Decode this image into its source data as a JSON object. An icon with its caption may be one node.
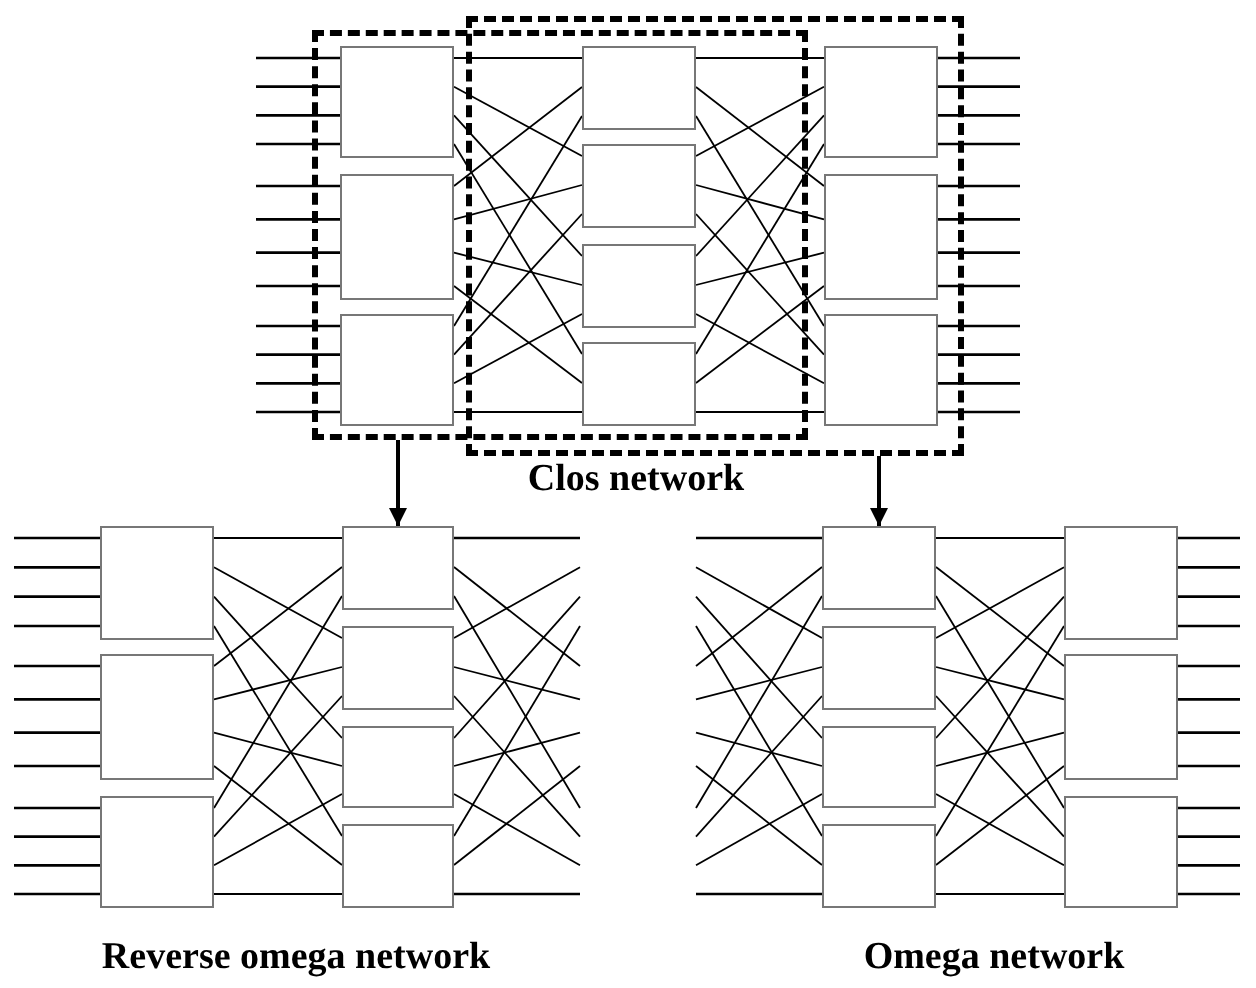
{
  "diagram": {
    "nodes": [
      {
        "text": [],
        "shape": "box"
      },
      {
        "text": [],
        "shape": "box"
      },
      {
        "text": [],
        "shape": "box",
        "in": 0
      },
      {
        "text": [],
        "shape": "box",
        "in": 0
      },
      {
        "text": [],
        "shape": "box",
        "in": 0
      },
      {
        "text": [],
        "shape": "box"
      },
      {
        "text": [],
        "shape": "box"
      },
      {
        "text": [],
        "shape": "box"
      },
      {
        "text": [],
        "shape": "box"
      },
      {
        "text": [],
        "shape": "box",
        "in": 1
      },
      {
        "text": [],
        "shape": "box",
        "in": 1
      },
      {
        "text": [],
        "shape": "box",
        "in": 1
      },
      {
        "text": [],
        "shape": "box"
      },
      {
        "text": [],
        "shape": "box"
      },
      {
        "text": [],
        "shape": "box"
      },
      {
        "text": [],
        "shape": "box"
      },
      {
        "text": [],
        "shape": "box"
      },
      {
        "text": [],
        "shape": "box"
      },
      {
        "text": [],
        "shape": "box"
      },
      {
        "text": [],
        "shape": "box"
      },
      {
        "text": [],
        "shape": "box"
      },
      {
        "text": [],
        "shape": "box"
      },
      {
        "text": [],
        "shape": "box"
      },
      {
        "text": [],
        "shape": "box"
      },
      {
        "text": [],
        "shape": "box"
      },
      {
        "text": [],
        "shape": "box"
      }
    ],
    "edges": [
      {
        "from": null,
        "to": 2,
        "arrow": "none"
      },
      {
        "from": null,
        "to": 2,
        "arrow": "none"
      },
      {
        "from": null,
        "to": 2,
        "arrow": "none"
      },
      {
        "from": null,
        "to": 2,
        "arrow": "none"
      },
      {
        "from": null,
        "to": 3,
        "arrow": "none"
      },
      {
        "from": null,
        "to": 3,
        "arrow": "none"
      },
      {
        "from": null,
        "to": 3,
        "arrow": "none"
      },
      {
        "from": null,
        "to": 3,
        "arrow": "none"
      },
      {
        "from": null,
        "to": 4,
        "arrow": "none"
      },
      {
        "from": null,
        "to": 4,
        "arrow": "none"
      },
      {
        "from": null,
        "to": 4,
        "arrow": "none"
      },
      {
        "from": null,
        "to": 4,
        "arrow": "none"
      },
      {
        "from": 2,
        "to": 5,
        "arrow": "none"
      },
      {
        "from": 2,
        "to": 6,
        "arrow": "none"
      },
      {
        "from": 2,
        "to": 7,
        "arrow": "none"
      },
      {
        "from": 2,
        "to": 8,
        "arrow": "none"
      },
      {
        "from": 3,
        "to": 5,
        "arrow": "none"
      },
      {
        "from": 3,
        "to": 6,
        "arrow": "none"
      },
      {
        "from": 3,
        "to": 7,
        "arrow": "none"
      },
      {
        "from": 3,
        "to": 8,
        "arrow": "none"
      },
      {
        "from": 4,
        "to": 5,
        "arrow": "none"
      },
      {
        "from": 4,
        "to": 6,
        "arrow": "none"
      },
      {
        "from": 4,
        "to": 7,
        "arrow": "none"
      },
      {
        "from": 4,
        "to": 8,
        "arrow": "none"
      },
      {
        "from": 5,
        "to": 9,
        "arrow": "none"
      },
      {
        "from": 5,
        "to": 10,
        "arrow": "none"
      },
      {
        "from": 5,
        "to": 11,
        "arrow": "none"
      },
      {
        "from": 6,
        "to": 9,
        "arrow": "none"
      },
      {
        "from": 6,
        "to": 10,
        "arrow": "none"
      },
      {
        "from": 6,
        "to": 11,
        "arrow": "none"
      },
      {
        "from": 7,
        "to": 9,
        "arrow": "none"
      },
      {
        "from": 7,
        "to": 10,
        "arrow": "none"
      },
      {
        "from": 7,
        "to": 11,
        "arrow": "none"
      },
      {
        "from": 8,
        "to": 9,
        "arrow": "none"
      },
      {
        "from": 8,
        "to": 10,
        "arrow": "none"
      },
      {
        "from": 8,
        "to": 11,
        "arrow": "none"
      },
      {
        "from": 9,
        "to": null,
        "arrow": "none"
      },
      {
        "from": 9,
        "to": null,
        "arrow": "none"
      },
      {
        "from": 9,
        "to": null,
        "arrow": "none"
      },
      {
        "from": 9,
        "to": null,
        "arrow": "none"
      },
      {
        "from": 10,
        "to": null,
        "arrow": "none"
      },
      {
        "from": 10,
        "to": null,
        "arrow": "none"
      },
      {
        "from": 10,
        "to": null,
        "arrow": "none"
      },
      {
        "from": 10,
        "to": null,
        "arrow": "none"
      },
      {
        "from": 11,
        "to": null,
        "arrow": "none"
      },
      {
        "from": 11,
        "to": null,
        "arrow": "none"
      },
      {
        "from": 11,
        "to": null,
        "arrow": "none"
      },
      {
        "from": 11,
        "to": null,
        "arrow": "none"
      },
      {
        "from": 0,
        "to": 15,
        "arrow": "to"
      },
      {
        "from": 1,
        "to": 19,
        "arrow": "to"
      },
      {
        "from": null,
        "to": 12,
        "arrow": "none"
      },
      {
        "from": null,
        "to": 12,
        "arrow": "none"
      },
      {
        "from": null,
        "to": 12,
        "arrow": "none"
      },
      {
        "from": null,
        "to": 12,
        "arrow": "none"
      },
      {
        "from": null,
        "to": 13,
        "arrow": "none"
      },
      {
        "from": null,
        "to": 13,
        "arrow": "none"
      },
      {
        "from": null,
        "to": 13,
        "arrow": "none"
      },
      {
        "from": null,
        "to": 13,
        "arrow": "none"
      },
      {
        "from": null,
        "to": 14,
        "arrow": "none"
      },
      {
        "from": null,
        "to": 14,
        "arrow": "none"
      },
      {
        "from": null,
        "to": 14,
        "arrow": "none"
      },
      {
        "from": null,
        "to": 14,
        "arrow": "none"
      },
      {
        "from": 12,
        "to": 15,
        "arrow": "none"
      },
      {
        "from": 12,
        "to": 16,
        "arrow": "none"
      },
      {
        "from": 12,
        "to": 17,
        "arrow": "none"
      },
      {
        "from": 12,
        "to": 18,
        "arrow": "none"
      },
      {
        "from": 13,
        "to": 15,
        "arrow": "none"
      },
      {
        "from": 13,
        "to": 16,
        "arrow": "none"
      },
      {
        "from": 13,
        "to": 17,
        "arrow": "none"
      },
      {
        "from": 13,
        "to": 18,
        "arrow": "none"
      },
      {
        "from": 14,
        "to": 15,
        "arrow": "none"
      },
      {
        "from": 14,
        "to": 16,
        "arrow": "none"
      },
      {
        "from": 14,
        "to": 17,
        "arrow": "none"
      },
      {
        "from": 14,
        "to": 18,
        "arrow": "none"
      },
      {
        "from": 15,
        "to": null,
        "arrow": "none"
      },
      {
        "from": 15,
        "to": null,
        "arrow": "none"
      },
      {
        "from": 15,
        "to": null,
        "arrow": "none"
      },
      {
        "from": 16,
        "to": null,
        "arrow": "none"
      },
      {
        "from": 16,
        "to": null,
        "arrow": "none"
      },
      {
        "from": 16,
        "to": null,
        "arrow": "none"
      },
      {
        "from": 17,
        "to": null,
        "arrow": "none"
      },
      {
        "from": 17,
        "to": null,
        "arrow": "none"
      },
      {
        "from": 17,
        "to": null,
        "arrow": "none"
      },
      {
        "from": 18,
        "to": null,
        "arrow": "none"
      },
      {
        "from": 18,
        "to": null,
        "arrow": "none"
      },
      {
        "from": 18,
        "to": null,
        "arrow": "none"
      },
      {
        "from": null,
        "to": 19,
        "arrow": "none"
      },
      {
        "from": null,
        "to": 19,
        "arrow": "none"
      },
      {
        "from": null,
        "to": 19,
        "arrow": "none"
      },
      {
        "from": null,
        "to": 20,
        "arrow": "none"
      },
      {
        "from": null,
        "to": 20,
        "arrow": "none"
      },
      {
        "from": null,
        "to": 20,
        "arrow": "none"
      },
      {
        "from": null,
        "to": 21,
        "arrow": "none"
      },
      {
        "from": null,
        "to": 21,
        "arrow": "none"
      },
      {
        "from": null,
        "to": 21,
        "arrow": "none"
      },
      {
        "from": null,
        "to": 22,
        "arrow": "none"
      },
      {
        "from": null,
        "to": 22,
        "arrow": "none"
      },
      {
        "from": null,
        "to": 22,
        "arrow": "none"
      },
      {
        "from": 19,
        "to": 23,
        "arrow": "none"
      },
      {
        "from": 19,
        "to": 24,
        "arrow": "none"
      },
      {
        "from": 19,
        "to": 25,
        "arrow": "none"
      },
      {
        "from": 20,
        "to": 23,
        "arrow": "none"
      },
      {
        "from": 20,
        "to": 24,
        "arrow": "none"
      },
      {
        "from": 20,
        "to": 25,
        "arrow": "none"
      },
      {
        "from": 21,
        "to": 23,
        "arrow": "none"
      },
      {
        "from": 21,
        "to": 24,
        "arrow": "none"
      },
      {
        "from": 21,
        "to": 25,
        "arrow": "none"
      },
      {
        "from": 22,
        "to": 23,
        "arrow": "none"
      },
      {
        "from": 22,
        "to": 24,
        "arrow": "none"
      },
      {
        "from": 22,
        "to": 25,
        "arrow": "none"
      },
      {
        "from": 23,
        "to": null,
        "arrow": "none"
      },
      {
        "from": 23,
        "to": null,
        "arrow": "none"
      },
      {
        "from": 23,
        "to": null,
        "arrow": "none"
      },
      {
        "from": 23,
        "to": null,
        "arrow": "none"
      },
      {
        "from": 24,
        "to": null,
        "arrow": "none"
      },
      {
        "from": 24,
        "to": null,
        "arrow": "none"
      },
      {
        "from": 24,
        "to": null,
        "arrow": "none"
      },
      {
        "from": 24,
        "to": null,
        "arrow": "none"
      },
      {
        "from": 25,
        "to": null,
        "arrow": "none"
      },
      {
        "from": 25,
        "to": null,
        "arrow": "none"
      },
      {
        "from": 25,
        "to": null,
        "arrow": "none"
      },
      {
        "from": 25,
        "to": null,
        "arrow": "none"
      }
    ],
    "labels": [
      "Clos network",
      "Reverse omega network",
      "Omega network"
    ]
  }
}
